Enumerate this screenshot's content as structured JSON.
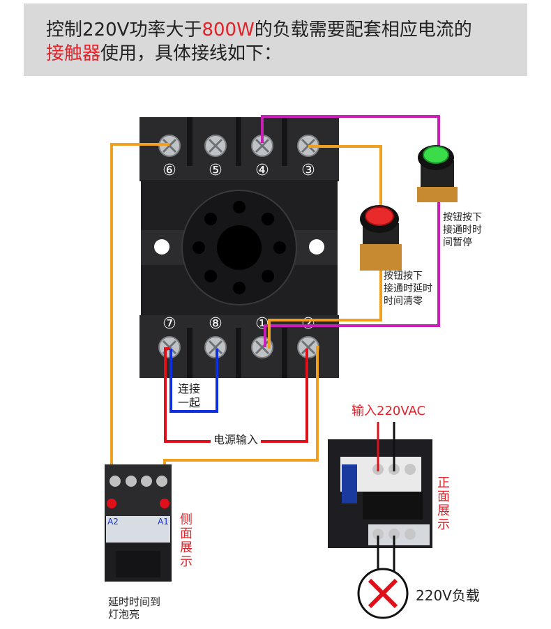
{
  "header": {
    "line1_a": "控制",
    "line1_b": "220V",
    "line1_c": "功率大于",
    "line1_d": "800W",
    "line1_e": "的负载需要配套相应电流的",
    "line2_a": "接触器",
    "line2_b": "使用，具体接线如下："
  },
  "relay": {
    "top_pins": [
      "⑥",
      "⑤",
      "④",
      "③"
    ],
    "bottom_pins": [
      "⑦",
      "⑧",
      "①",
      "②"
    ]
  },
  "buttons": {
    "green_label": [
      "按钮按下",
      "接通时时",
      "间暂停"
    ],
    "red_label": [
      "按钮按下",
      "接通时延时",
      "时间清零"
    ]
  },
  "wiring": {
    "link_label": [
      "连接",
      "一起"
    ],
    "power_input": "电源输入"
  },
  "contactor_side": {
    "terminal_left": "A2",
    "terminal_right": "A1",
    "side_view": "侧面展示",
    "caption": [
      "延时时间到",
      "灯泡亮"
    ]
  },
  "contactor_front": {
    "input_label": "输入220VAC",
    "front_view": "正面展示",
    "load_label": "220V负载"
  },
  "colors": {
    "orange": "#f0a020",
    "magenta": "#c81fb8",
    "red": "#e0101a",
    "blue": "#1030e0",
    "accent": "#e1232a"
  }
}
